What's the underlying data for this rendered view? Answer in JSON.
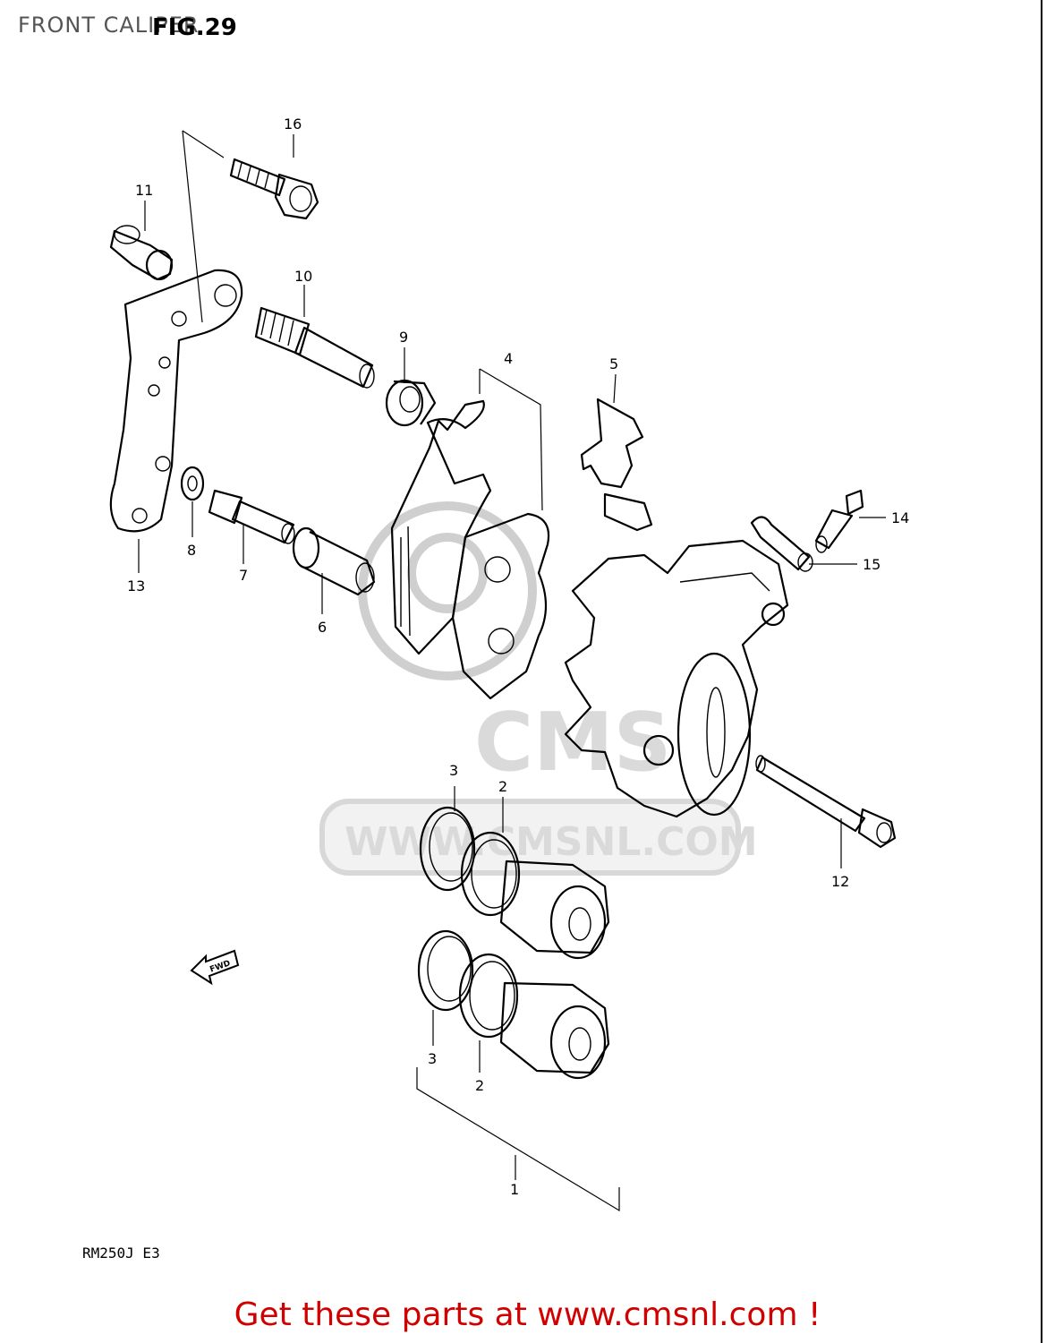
{
  "header": {
    "title": "FRONT CALIPER",
    "figure_label": "FIG.29"
  },
  "watermark": {
    "brand": "CMS",
    "url": "WWW.CMSNL.COM"
  },
  "callouts": [
    "1",
    "2",
    "2",
    "3",
    "3",
    "4",
    "5",
    "6",
    "7",
    "8",
    "9",
    "10",
    "11",
    "12",
    "13",
    "14",
    "15",
    "16"
  ],
  "direction_marker": "FWD",
  "model_code": "RM250J E3",
  "footer": {
    "text": "Get these parts at www.cmsnl.com !",
    "color": "#d10000"
  }
}
